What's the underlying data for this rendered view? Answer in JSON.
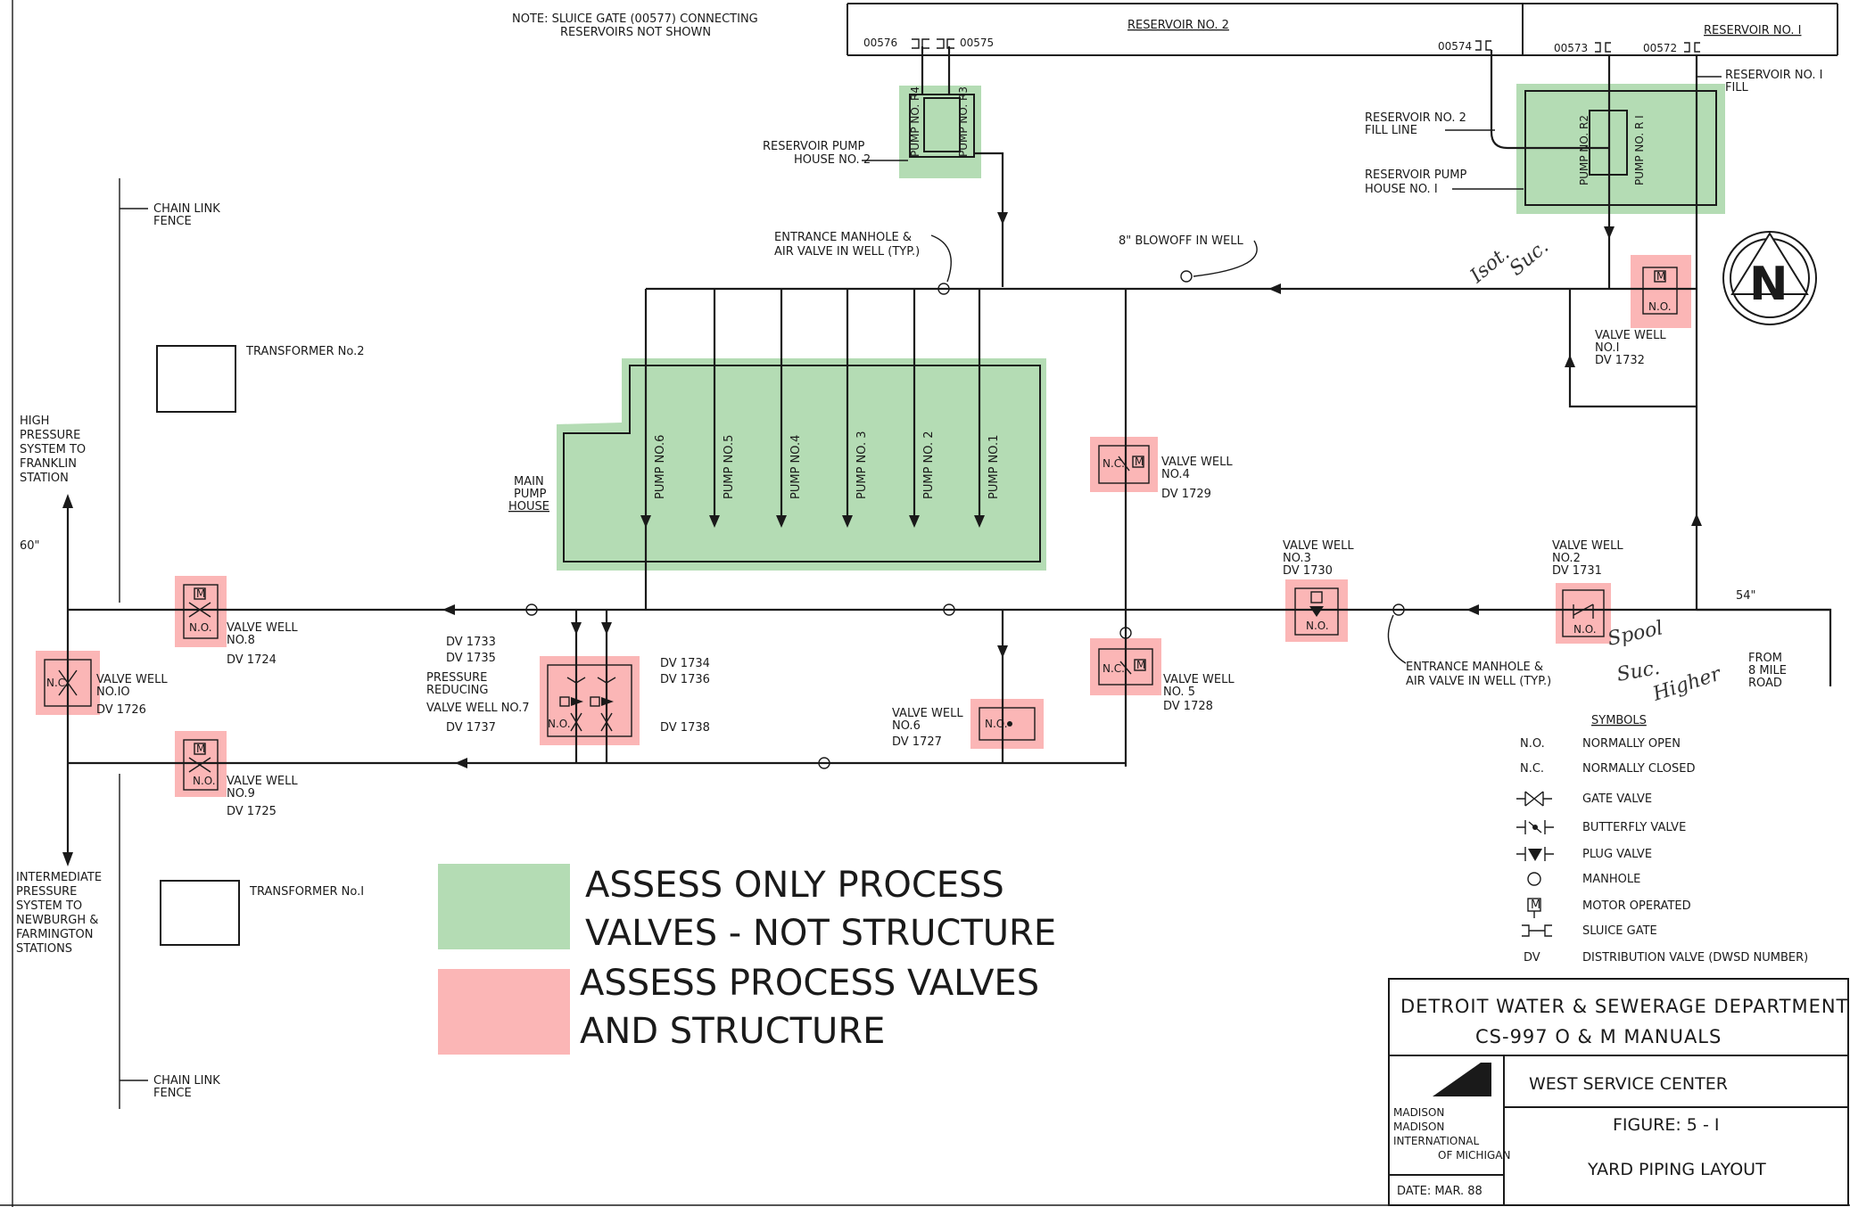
{
  "notes": {
    "note_line1": "NOTE: SLUICE GATE (00577) CONNECTING",
    "note_line2": "RESERVOIRS NOT SHOWN",
    "spool": "Spool",
    "suc": "Suc.",
    "higher": "Higher",
    "isot": "Isot.",
    "suc2": "Suc."
  },
  "reservoirs": {
    "no2": "RESERVOIR NO. 2",
    "no1": "RESERVOIR NO. I",
    "fill1_a": "RESERVOIR NO. I",
    "fill1_b": "FILL",
    "fill2_a": "RESERVOIR NO. 2",
    "fill2_b": "FILL LINE",
    "g00576": "00576",
    "g00575": "00575",
    "g00574": "00574",
    "g00573": "00573",
    "g00572": "00572"
  },
  "pump_houses": {
    "ph2_a": "RESERVOIR PUMP",
    "ph2_b": "HOUSE NO. 2",
    "ph1_a": "RESERVOIR PUMP",
    "ph1_b": "HOUSE NO. I",
    "r4": "PUMP NO. R4",
    "r3": "PUMP NO. R3",
    "r2": "PUMP NO. R2",
    "r1": "PUMP NO. R I",
    "main_a": "MAIN",
    "main_b": "PUMP",
    "main_c": "HOUSE",
    "p6": "PUMP NO.6",
    "p5": "PUMP NO.5",
    "p4": "PUMP NO.4",
    "p3": "PUMP NO. 3",
    "p2": "PUMP NO. 2",
    "p1": "PUMP NO.1"
  },
  "labels": {
    "chain_top_a": "CHAIN LINK",
    "chain_top_b": "FENCE",
    "chain_bot_a": "CHAIN LINK",
    "chain_bot_b": "FENCE",
    "trans2": "TRANSFORMER No.2",
    "trans1": "TRANSFORMER No.I",
    "hp1": "HIGH",
    "hp2": "PRESSURE",
    "hp3": "SYSTEM TO",
    "hp4": "FRANKLIN",
    "hp5": "STATION",
    "ip1": "INTERMEDIATE",
    "ip2": "PRESSURE",
    "ip3": "SYSTEM TO",
    "ip4": "NEWBURGH &",
    "ip5": "FARMINGTON",
    "ip6": "STATIONS",
    "size60": "60\"",
    "size54": "54\"",
    "from1": "FROM",
    "from2": "8 MILE",
    "from3": "ROAD",
    "entrance_top_a": "ENTRANCE MANHOLE &",
    "entrance_top_b": "AIR VALVE IN WELL (TYP.)",
    "entrance_right_a": "ENTRANCE MANHOLE &",
    "entrance_right_b": "AIR VALVE IN WELL (TYP.)",
    "blowoff": "8\" BLOWOFF IN WELL"
  },
  "valve_wells": {
    "vw1_a": "VALVE WELL",
    "vw1_b": "NO.I",
    "vw1_c": "DV 1732",
    "vw2_a": "VALVE WELL",
    "vw2_b": "NO.2",
    "vw2_c": "DV 1731",
    "vw3_a": "VALVE WELL",
    "vw3_b": "NO.3",
    "vw3_c": "DV 1730",
    "vw4_a": "VALVE WELL",
    "vw4_b": "NO.4",
    "vw4_c": "DV 1729",
    "vw5_a": "VALVE WELL",
    "vw5_b": "NO. 5",
    "vw5_c": "DV 1728",
    "vw6_a": "VALVE WELL",
    "vw6_b": "NO.6",
    "vw6_c": "DV 1727",
    "vw7_a": "PRESSURE",
    "vw7_b": "REDUCING",
    "vw7_c": "VALVE WELL NO.7",
    "dv1733": "DV 1733",
    "dv1735": "DV 1735",
    "dv1737": "DV 1737",
    "dv1734": "DV 1734",
    "dv1736": "DV 1736",
    "dv1738": "DV 1738",
    "vw8_a": "VALVE WELL",
    "vw8_b": "NO.8",
    "vw8_c": "DV 1724",
    "vw9_a": "VALVE WELL",
    "vw9_b": "NO.9",
    "vw9_c": "DV 1725",
    "vw10_a": "VALVE WELL",
    "vw10_b": "NO.IO",
    "vw10_c": "DV 1726",
    "no": "N.O.",
    "nc": "N.C.",
    "m": "M"
  },
  "legend": {
    "green_1": "ASSESS ONLY PROCESS",
    "green_2": "VALVES - NOT STRUCTURE",
    "red_1": "ASSESS PROCESS VALVES",
    "red_2": "AND STRUCTURE",
    "colors": {
      "green": "#b4dcb4",
      "red": "#fbb6b6"
    }
  },
  "symbols": {
    "title": "SYMBOLS",
    "no_abbr": "N.O.",
    "no_desc": "NORMALLY OPEN",
    "nc_abbr": "N.C.",
    "nc_desc": "NORMALLY CLOSED",
    "gate": "GATE VALVE",
    "butterfly": "BUTTERFLY VALVE",
    "plug": "PLUG VALVE",
    "manhole": "MANHOLE",
    "motor": "MOTOR OPERATED",
    "sluice": "SLUICE GATE",
    "dv_abbr": "DV",
    "dv_desc": "DISTRIBUTION VALVE (DWSD NUMBER)",
    "north": "N"
  },
  "title_block": {
    "dept": "DETROIT WATER & SEWERAGE DEPARTMENT",
    "manual": "CS-997 O & M MANUALS",
    "center": "WEST SERVICE CENTER",
    "figure": "FIGURE: 5 - I",
    "drawing": "YARD PIPING LAYOUT",
    "firm1": "MADISON",
    "firm2": "MADISON",
    "firm3": "INTERNATIONAL",
    "firm4": "OF MICHIGAN",
    "date": "DATE: MAR. 88"
  }
}
